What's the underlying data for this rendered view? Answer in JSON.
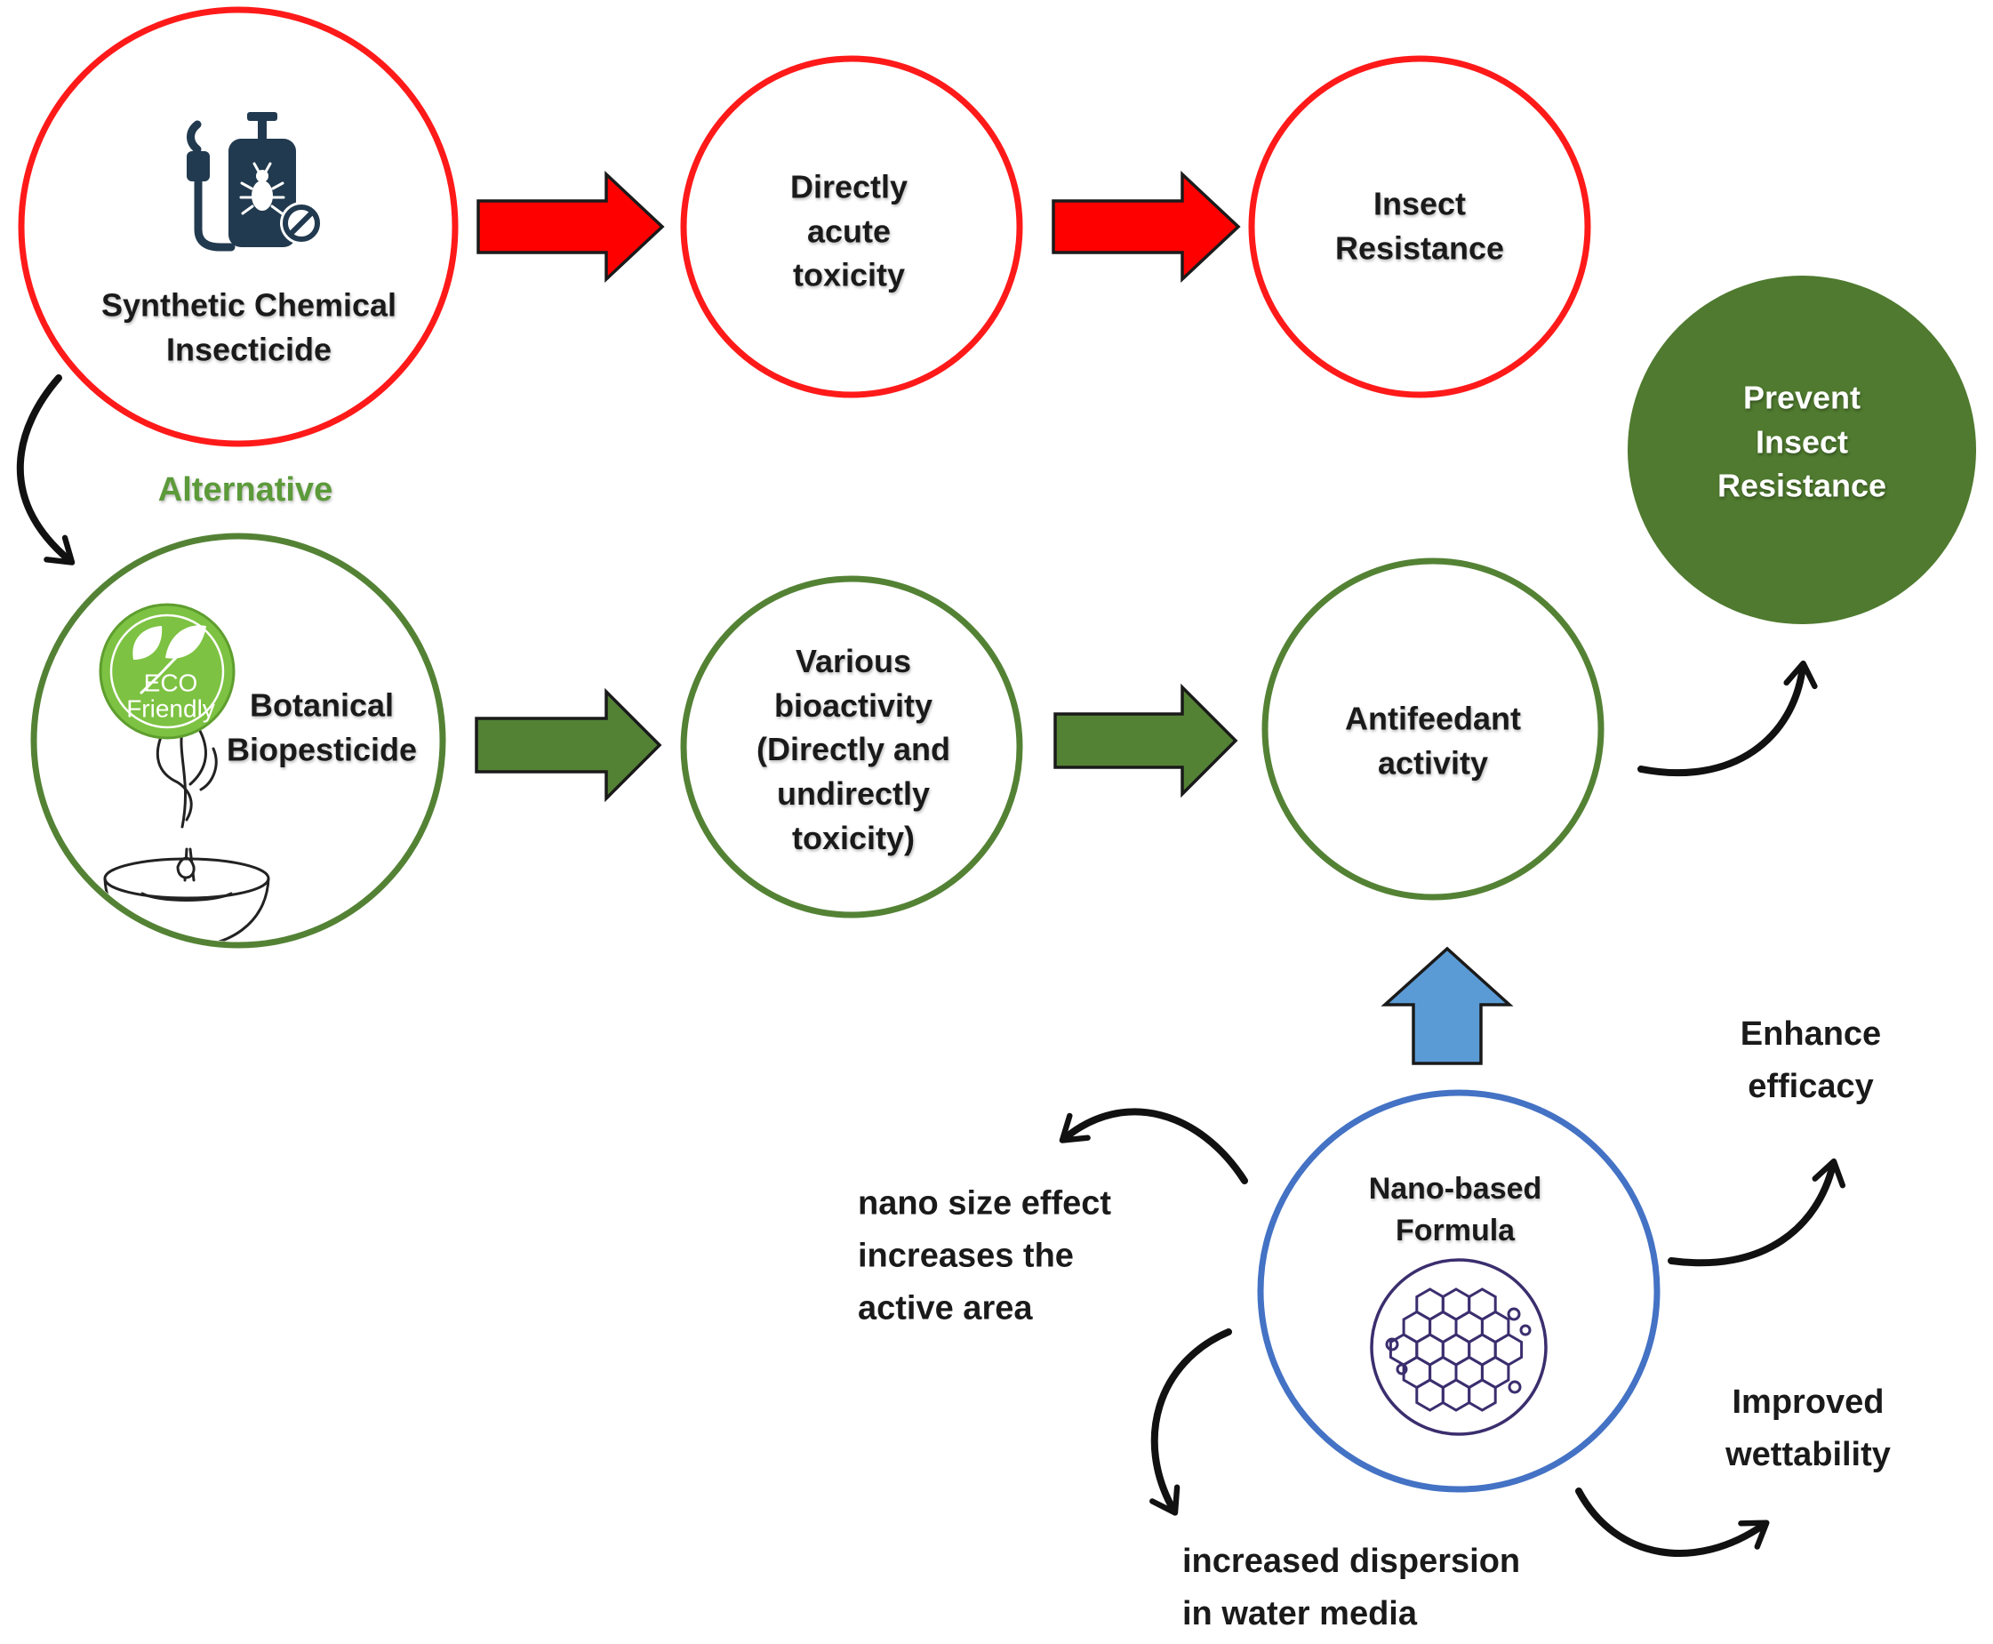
{
  "nodes": {
    "synthetic": {
      "line1": "Synthetic Chemical",
      "line2": "Insecticide"
    },
    "acute": {
      "line1": "Directly",
      "line2": "acute",
      "line3": "toxicity"
    },
    "resistance": {
      "line1": "Insect",
      "line2": "Resistance"
    },
    "prevent": {
      "line1": "Prevent",
      "line2": "Insect",
      "line3": "Resistance"
    },
    "botanical": {
      "line1": "Botanical",
      "line2": "Biopesticide"
    },
    "bioactivity": {
      "line1": "Various",
      "line2": "bioactivity",
      "line3": "(Directly and",
      "line4": "undirectly",
      "line5": "toxicity)"
    },
    "antifeedant": {
      "line1": "Antifeedant",
      "line2": "activity"
    },
    "nano": {
      "line1": "Nano-based",
      "line2": "Formula"
    }
  },
  "alternative_label": "Alternative",
  "eco_badge": {
    "line1": "ECO",
    "line2": "Friendly"
  },
  "effects": {
    "enhance": {
      "line1": "Enhance",
      "line2": "efficacy"
    },
    "wettability": {
      "line1": "Improved",
      "line2": "wettability"
    },
    "nanosize": {
      "line1": "nano size effect",
      "line2": "increases the",
      "line3": "active area"
    },
    "dispersion": {
      "line1": "increased dispersion",
      "line2": "in water media"
    }
  },
  "colors": {
    "red": "#ff1a1a",
    "green": "#548235",
    "dark_green": "#4f7a2f",
    "blue": "#4472c4",
    "light_blue": "#5b9bd5",
    "eco_green": "#7dc242"
  },
  "icons": [
    "sprayer-icon",
    "bug-icon",
    "no-symbol-icon",
    "eco-friendly-badge-icon",
    "plant-bowl-icon",
    "nano-hexagon-icon"
  ]
}
